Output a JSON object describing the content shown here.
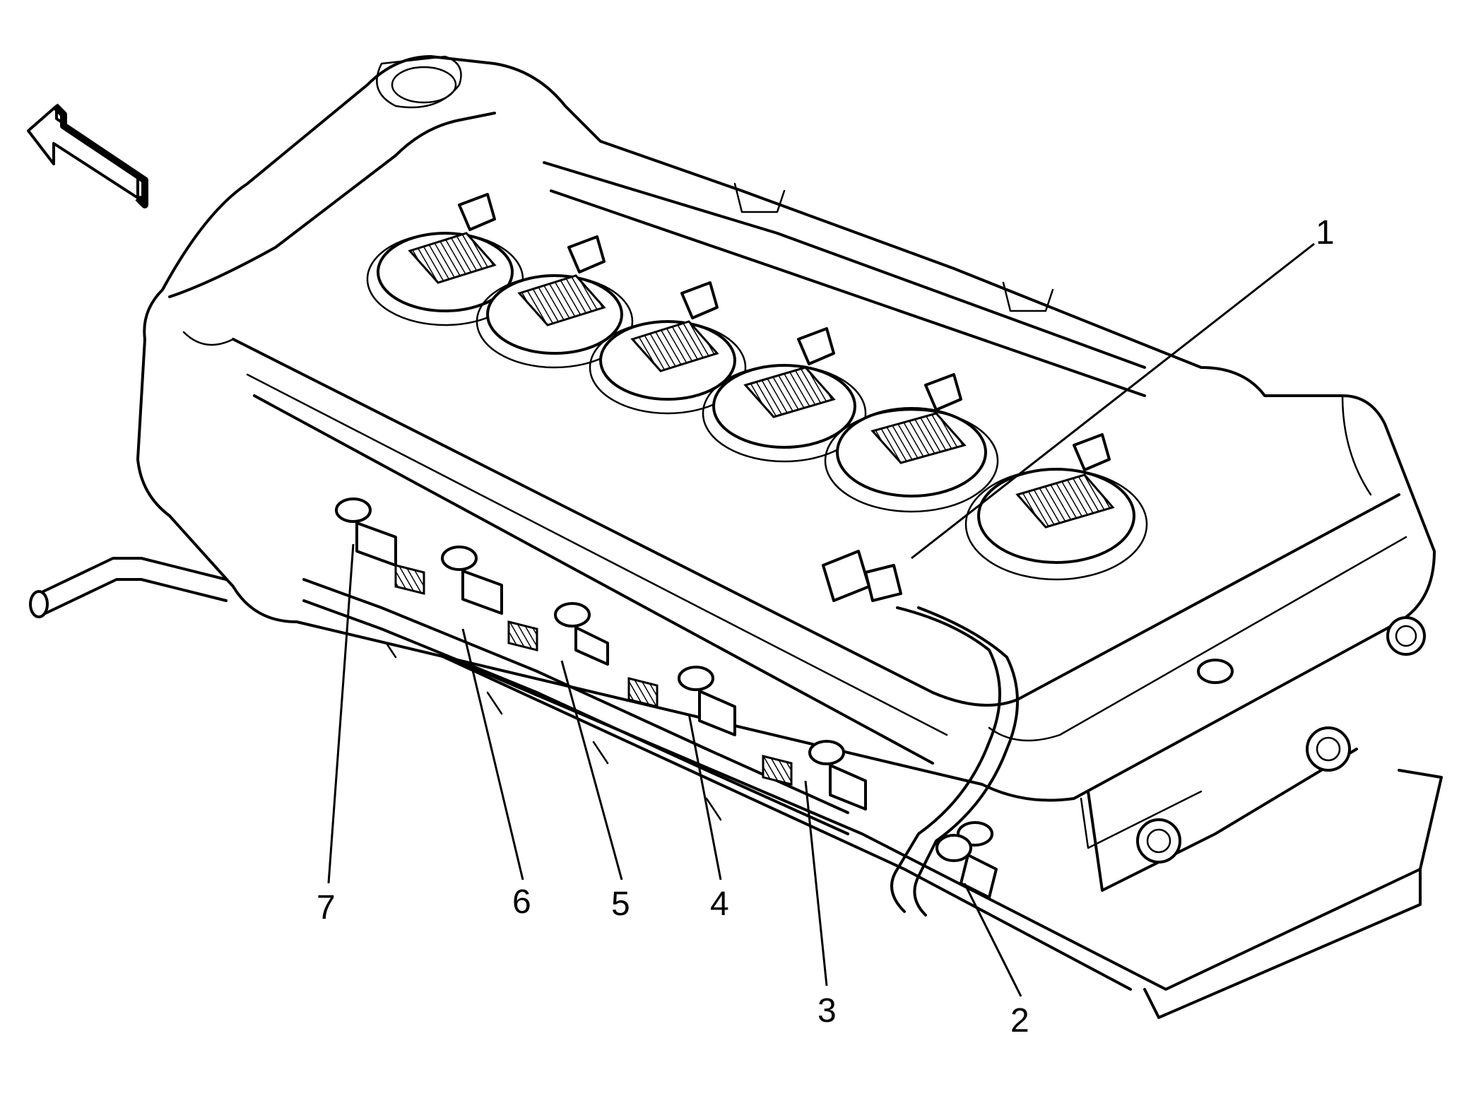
{
  "diagram": {
    "callouts": [
      {
        "label": "1"
      },
      {
        "label": "2"
      },
      {
        "label": "3"
      },
      {
        "label": "4"
      },
      {
        "label": "5"
      },
      {
        "label": "6"
      },
      {
        "label": "7"
      }
    ],
    "icons": {
      "direction_arrow": "forward-arrow-icon"
    }
  }
}
